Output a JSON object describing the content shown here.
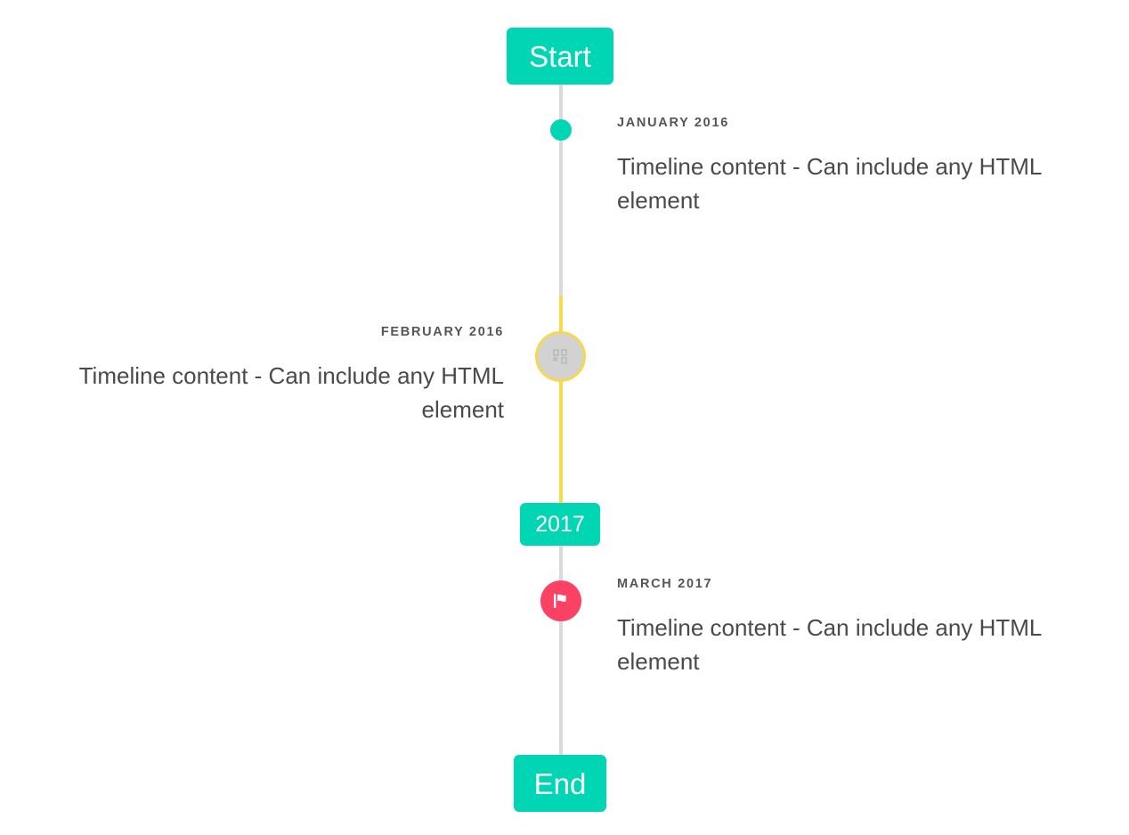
{
  "timeline": {
    "start_label": "Start",
    "end_label": "End",
    "midpoint_label": "2017",
    "colors": {
      "accent_teal": "#00d6b4",
      "accent_yellow": "#f8da4f",
      "accent_pink": "#fc4264",
      "line_grey": "#dadada",
      "marker_grey": "#d2d2d2",
      "date_text": "#555555",
      "body_text": "#4a4a4a"
    },
    "entries": [
      {
        "date": "JANUARY 2016",
        "body": "Timeline content - Can include any HTML element",
        "side": "right",
        "marker": "dot-icon"
      },
      {
        "date": "FEBRUARY 2016",
        "body": "Timeline content - Can include any HTML element",
        "side": "left",
        "marker": "broken-image-icon"
      },
      {
        "date": "MARCH 2017",
        "body": "Timeline content - Can include any HTML element",
        "side": "right",
        "marker": "flag-icon"
      }
    ]
  }
}
